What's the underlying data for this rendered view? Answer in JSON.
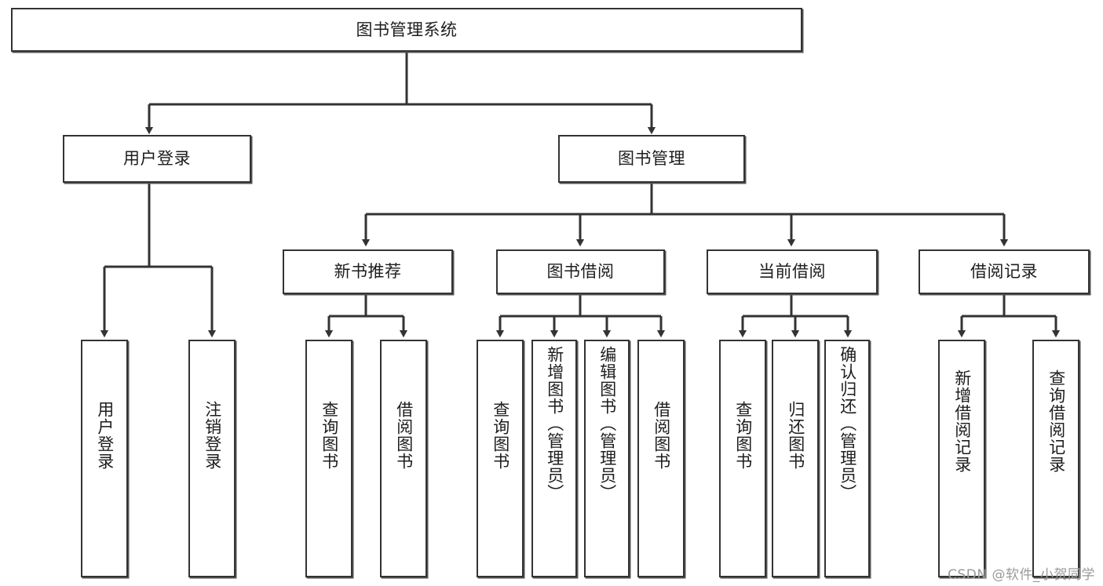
{
  "diagram": {
    "title": "图书管理系统",
    "type": "tree",
    "watermark": "CSDN @软件_小贺同学",
    "colors": {
      "box_border": "#333333",
      "box_fill": "#ffffff",
      "connector": "#333333",
      "text": "#1d1d1d",
      "watermark": "#9a9a9a"
    },
    "nodes": {
      "root": {
        "label": "图书管理系统"
      },
      "level2": [
        {
          "id": "user-login",
          "label": "用户登录"
        },
        {
          "id": "book-manage",
          "label": "图书管理"
        }
      ],
      "level3": [
        {
          "id": "new-book-rec",
          "label": "新书推荐"
        },
        {
          "id": "book-borrow",
          "label": "图书借阅"
        },
        {
          "id": "current-borrow",
          "label": "当前借阅"
        },
        {
          "id": "borrow-record",
          "label": "借阅记录"
        }
      ],
      "leaves": {
        "user-login": [
          {
            "id": "leaf-user-login",
            "label": "用户登录"
          },
          {
            "id": "leaf-logout",
            "label": "注销登录"
          }
        ],
        "new-book-rec": [
          {
            "id": "leaf-query-book-1",
            "label": "查询图书"
          },
          {
            "id": "leaf-borrow-book-1",
            "label": "借阅图书"
          }
        ],
        "book-borrow": [
          {
            "id": "leaf-query-book-2",
            "label": "查询图书"
          },
          {
            "id": "leaf-add-book",
            "label": "新增图书（管理员）"
          },
          {
            "id": "leaf-edit-book",
            "label": "编辑图书（管理员）"
          },
          {
            "id": "leaf-borrow-book-2",
            "label": "借阅图书"
          }
        ],
        "current-borrow": [
          {
            "id": "leaf-query-book-3",
            "label": "查询图书"
          },
          {
            "id": "leaf-return-book",
            "label": "归还图书"
          },
          {
            "id": "leaf-confirm-return",
            "label": "确认归还（管理员）"
          }
        ],
        "borrow-record": [
          {
            "id": "leaf-add-record",
            "label": "新增借阅记录"
          },
          {
            "id": "leaf-query-record",
            "label": "查询借阅记录"
          }
        ]
      }
    }
  }
}
